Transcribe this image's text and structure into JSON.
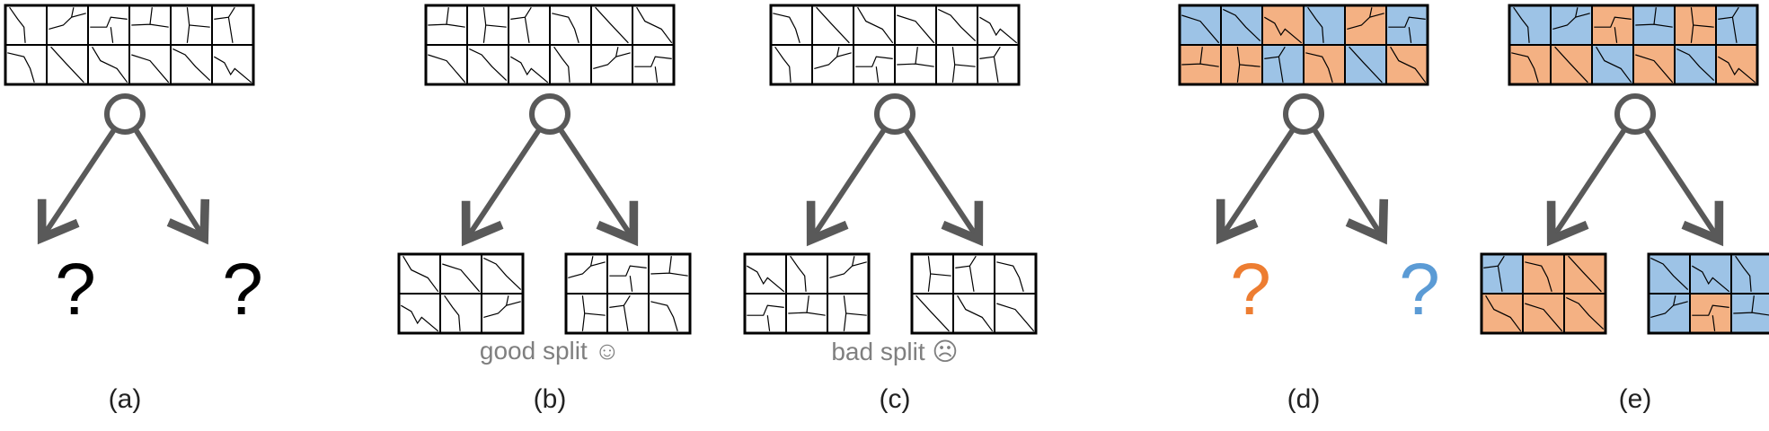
{
  "colors": {
    "stroke": "#595959",
    "tile_border": "#000000",
    "tile_orange": "#f4b183",
    "tile_blue": "#9dc3e6",
    "q_orange": "#ed7d31",
    "q_blue": "#5b9bd5"
  },
  "panels": [
    {
      "id": "a",
      "label": "(a)",
      "caption": "",
      "q_left": "?",
      "q_right": "?"
    },
    {
      "id": "b",
      "label": "(b)",
      "caption": "good split ☺",
      "q_left": "",
      "q_right": ""
    },
    {
      "id": "c",
      "label": "(c)",
      "caption": "bad split ☹",
      "q_left": "",
      "q_right": ""
    },
    {
      "id": "d",
      "label": "(d)",
      "caption": "",
      "q_left": "?",
      "q_right": "?"
    },
    {
      "id": "e",
      "label": "(e)",
      "caption": "",
      "q_left": "",
      "q_right": ""
    }
  ],
  "tile_colors": {
    "d_top": [
      "b",
      "b",
      "o",
      "b",
      "o",
      "b",
      "o",
      "o",
      "b",
      "o",
      "b",
      "o"
    ],
    "e_top": [
      "b",
      "b",
      "o",
      "b",
      "o",
      "b",
      "o",
      "o",
      "b",
      "o",
      "b",
      "o"
    ],
    "e_left": [
      "b",
      "o",
      "o",
      "o",
      "o",
      "o"
    ],
    "e_right": [
      "b",
      "b",
      "b",
      "b",
      "o",
      "b"
    ]
  }
}
